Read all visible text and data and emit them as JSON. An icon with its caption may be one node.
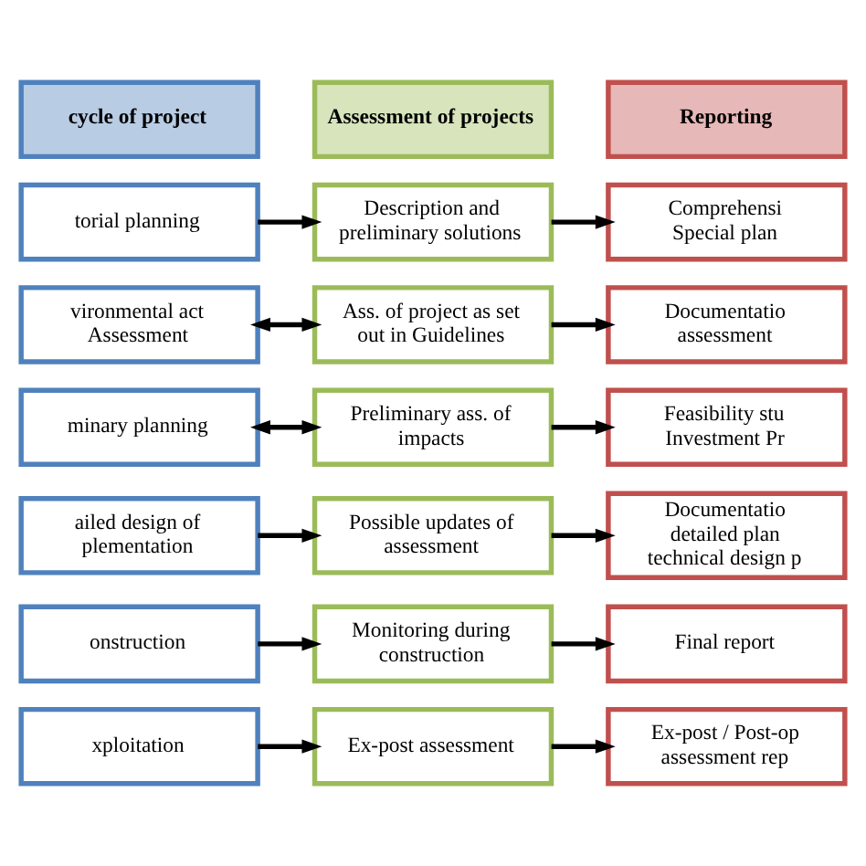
{
  "diagram": {
    "nodes": [
      {
        "text": [
          "cycle of project"
        ]
      },
      {
        "text": [
          "Assessment of projects"
        ]
      },
      {
        "text": [
          "Reporting"
        ]
      },
      {
        "text": [
          "torial planning"
        ]
      },
      {
        "text": [
          "Description and preliminary solutions"
        ]
      },
      {
        "text": [
          "Comprehensi Special plan"
        ]
      },
      {
        "text": [
          "vironmental act Assessment"
        ]
      },
      {
        "text": [
          "Ass. of project as set out in Guidelines"
        ]
      },
      {
        "text": [
          "Documentatio assessment"
        ]
      },
      {
        "text": [
          "minary planning"
        ]
      },
      {
        "text": [
          "Preliminary ass. of impacts"
        ]
      },
      {
        "text": [
          "Feasibility stu Investment Pr"
        ]
      },
      {
        "text": [
          "ailed design of plementation"
        ]
      },
      {
        "text": [
          "Possible updates of assessment"
        ]
      },
      {
        "text": [
          "Documentatio detailed plan technical design p"
        ]
      },
      {
        "text": [
          "onstruction"
        ]
      },
      {
        "text": [
          "Monitoring during construction"
        ]
      },
      {
        "text": [
          "Final report"
        ]
      },
      {
        "text": [
          "xploitation"
        ]
      },
      {
        "text": [
          "Ex-post assessment"
        ]
      },
      {
        "text": [
          "Ex-post / Post-op assessment rep"
        ]
      }
    ],
    "edges": [
      {
        "from": 3,
        "to": 4,
        "arrow": "to"
      },
      {
        "from": 4,
        "to": 5,
        "arrow": "to"
      },
      {
        "from": 6,
        "to": 7,
        "arrow": "both"
      },
      {
        "from": 7,
        "to": 8,
        "arrow": "to"
      },
      {
        "from": 9,
        "to": 10,
        "arrow": "both"
      },
      {
        "from": 10,
        "to": 11,
        "arrow": "to"
      },
      {
        "from": 12,
        "to": 13,
        "arrow": "to"
      },
      {
        "from": 13,
        "to": 14,
        "arrow": "to"
      },
      {
        "from": 15,
        "to": 16,
        "arrow": "to"
      },
      {
        "from": 16,
        "to": 17,
        "arrow": "to"
      },
      {
        "from": 18,
        "to": 19,
        "arrow": "to"
      },
      {
        "from": 19,
        "to": 20,
        "arrow": "to"
      }
    ]
  }
}
